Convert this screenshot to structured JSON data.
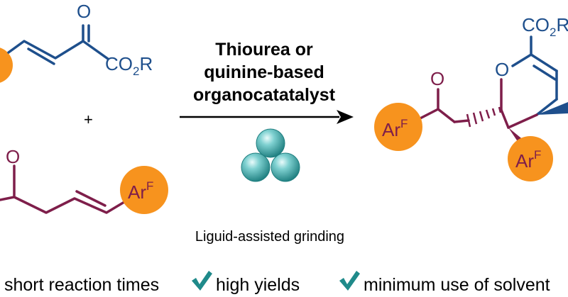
{
  "reactant_top": {
    "ketone_o": "O",
    "ester": "CO",
    "ester_sub": "2",
    "ester_r": "R"
  },
  "plus": "+",
  "reactant_bottom": {
    "ketone_o": "O",
    "aryl": "Ar",
    "aryl_sup": "F"
  },
  "catalyst": {
    "line1": "Thiourea or",
    "line2": "quinine-based",
    "line3": "organocatatalyst"
  },
  "condition": "Liguid-assisted grinding",
  "product": {
    "ester": "CO",
    "ester_sub": "2",
    "ester_r": "R",
    "ring_o": "O",
    "ketone_o": "O",
    "aryl_left": "Ar",
    "aryl_left_sup": "F",
    "aryl_bottom": "Ar",
    "aryl_bottom_sup": "F"
  },
  "benefits": [
    "short reaction times",
    "high yields",
    "minimum use of solvent"
  ],
  "colors": {
    "blue": "#1e4f8c",
    "plum": "#7e1e4a",
    "orange": "#f7931e",
    "teal": "#2a9a9a",
    "check": "#1f8a8a"
  },
  "icons": {
    "check": "check-icon",
    "mill": "ball-mill-icon"
  }
}
